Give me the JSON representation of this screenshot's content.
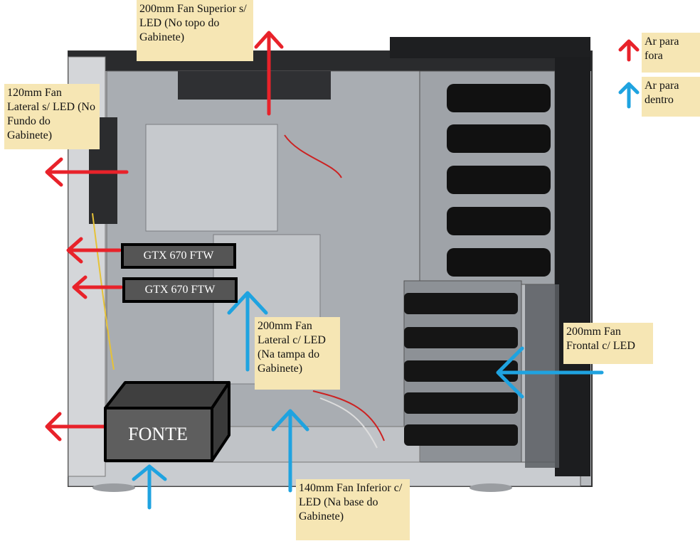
{
  "notes": {
    "top_fan": "200mm Fan Superior s/ LED (No topo do Gabinete)",
    "rear_fan": "120mm Fan Lateral s/ LED (No Fundo do Gabinete)",
    "side_fan": "200mm Fan Lateral c/ LED (Na tampa do Gabinete)",
    "front_fan": "200mm Fan Frontal c/ LED",
    "bottom_fan": "140mm Fan Inferior c/ LED (Na base do Gabinete)"
  },
  "legend": {
    "out_label": "Ar para fora",
    "in_label": "Ar para dentro"
  },
  "components": {
    "gpu_1": "GTX 670 FTW",
    "gpu_2": "GTX 670 FTW",
    "psu": "FONTE"
  },
  "colors": {
    "air_out": "#e8222a",
    "air_in": "#1fa3e0",
    "note_bg": "#f6e6b4"
  }
}
